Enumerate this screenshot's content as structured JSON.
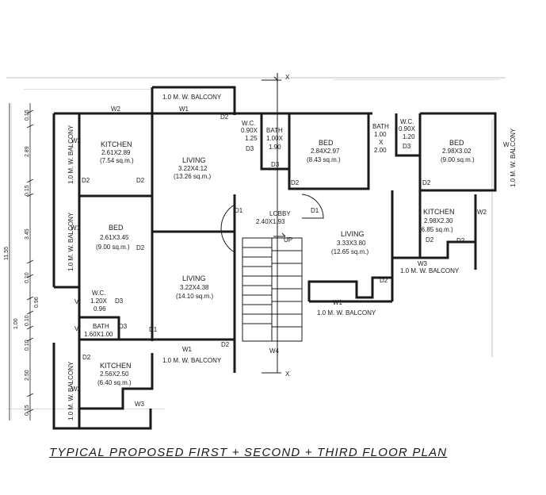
{
  "title": "TYPICAL PROPOSED FIRST + SECOND + THIRD FLOOR PLAN",
  "rooms": {
    "kitchen_tl": {
      "name": "KITCHEN",
      "dim": "2.61X2.89",
      "area": "(7.54 sq.m.)"
    },
    "living_tl": {
      "name": "LIVING",
      "dim": "3.22X4.12",
      "area": "(13.26 sq.m.)"
    },
    "wc_tl": {
      "name": "W.C.",
      "dim": "0.90X",
      "dim2": "1.25"
    },
    "bath_tl": {
      "name": "BATH",
      "dim": "1.00X",
      "dim2": "1.90"
    },
    "bed_tl": {
      "name": "BED",
      "dim": "2.84X2.97",
      "area": "(8.43 sq.m.)"
    },
    "bath_tr": {
      "name": "BATH",
      "dim": "1.00",
      "dim_x": "X",
      "dim2": "2.00"
    },
    "wc_tr": {
      "name": "W.C.",
      "dim": "0.90X",
      "dim2": "1.20"
    },
    "bed_tr": {
      "name": "BED",
      "dim": "2.98X3.02",
      "area": "(9.00 sq.m.)"
    },
    "bed_ml": {
      "name": "BED",
      "dim": "2.61X3.45",
      "area": "(9.00 sq.m.)"
    },
    "lobby": {
      "name": "LOBBY",
      "dim": "2.40X1.93"
    },
    "living_mr": {
      "name": "LIVING",
      "dim": "3.33X3.80",
      "area": "(12.65 sq.m.)"
    },
    "kitchen_mr": {
      "name": "KITCHEN",
      "dim": "2.98X2.30",
      "area": "(6.85 sq.m.)"
    },
    "living_bl": {
      "name": "LIVING",
      "dim": "3.22X4.38",
      "area": "(14.10 sq.m.)"
    },
    "wc_bl": {
      "name": "W.C.",
      "dim": "1.20X",
      "dim2": "0.96"
    },
    "bath_bl": {
      "name": "BATH",
      "dim": "1.60X1.00"
    },
    "kitchen_bl": {
      "name": "KITCHEN",
      "dim": "2.56X2.50",
      "area": "(6.40 sq.m.)"
    }
  },
  "balconies": {
    "top": "1.0 M. W. BALCONY",
    "mid_right": "1.0 M. W. BALCONY",
    "mid": "1.0 M. W. BALCONY",
    "bottom": "1.0 M. W. BALCONY",
    "left_top": "1.0 M. W. BALCONY",
    "left_mid": "1.0 M. W. BALCONY",
    "left_bottom": "1.0 M. W. BALCONY",
    "right": "1.0 M. W. BALCONY"
  },
  "dims_left": {
    "total": "11.55",
    "d1": "0.15",
    "d2": "2.89",
    "d3": "0.15",
    "d4": "3.45",
    "d5": "0.10",
    "d6": "0.96",
    "d7": "0.10",
    "d8": "1.00",
    "d9": "0.10",
    "d10": "2.50",
    "d11": "0.15"
  },
  "labels": {
    "w1": "W1",
    "w2": "W2",
    "w3": "W3",
    "w4": "W4",
    "w": "W",
    "d1": "D1",
    "d2": "D2",
    "d3": "D3",
    "v": "V",
    "up": "UP",
    "x": "X"
  }
}
